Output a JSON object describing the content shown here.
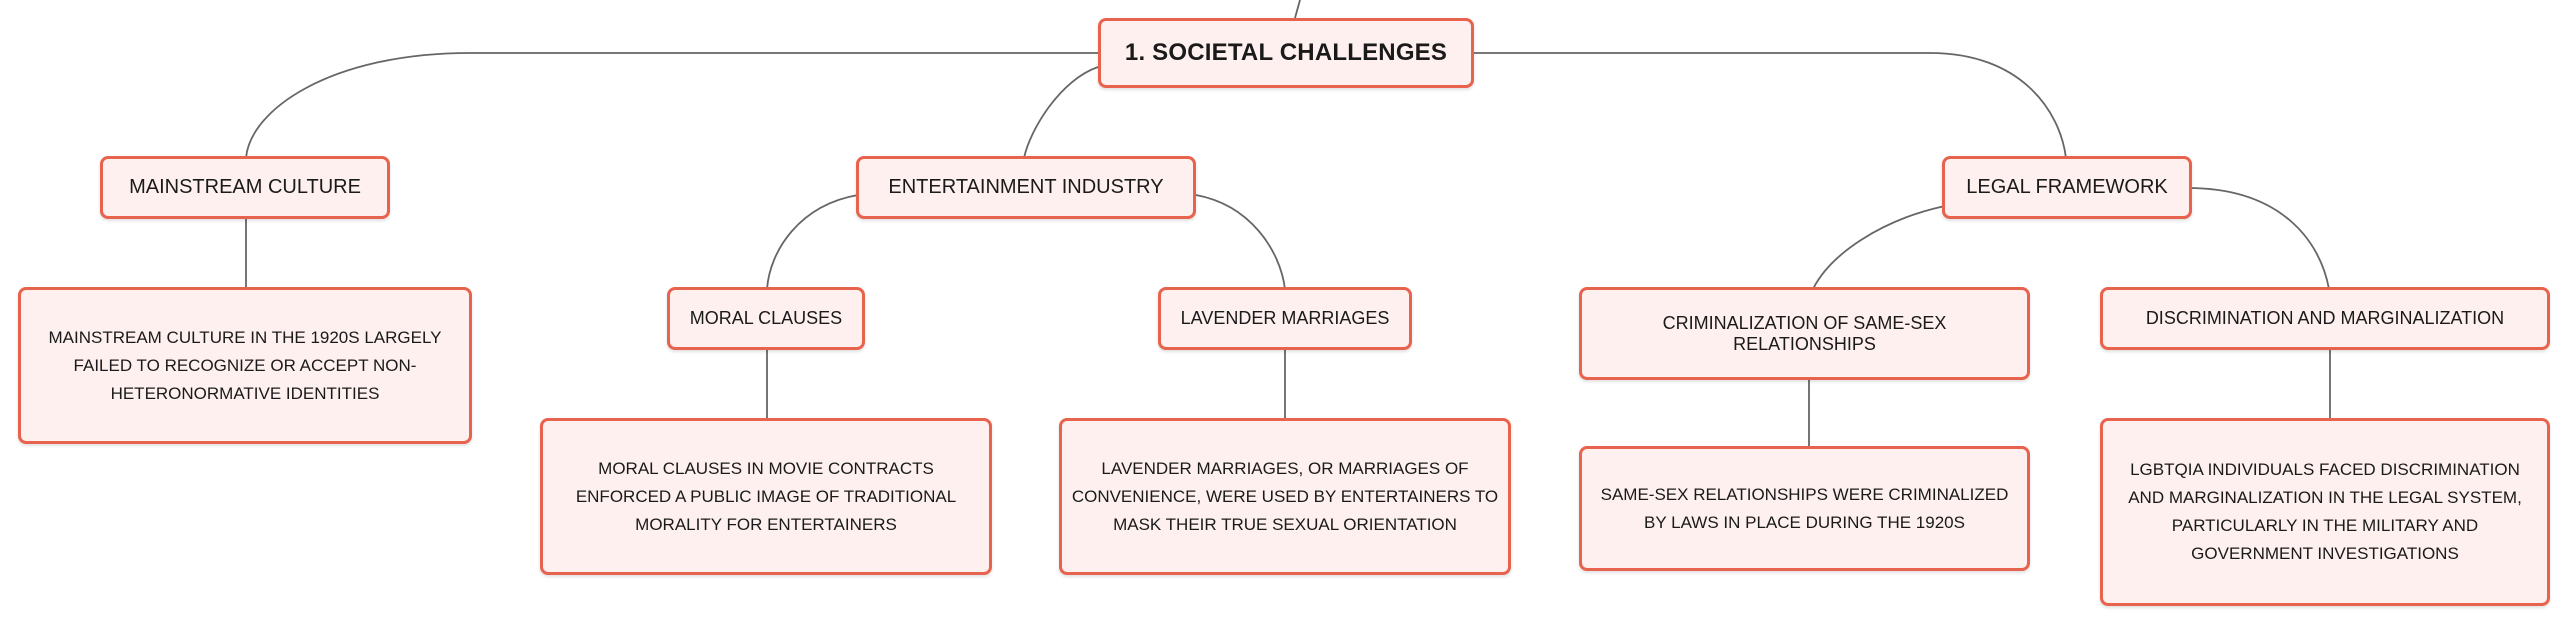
{
  "root": {
    "label": "1. Societal Challenges"
  },
  "branches": [
    {
      "label": "Mainstream Culture",
      "details": [
        "Mainstream culture in the 1920s largely failed to recognize or accept non-heteronormative identities"
      ]
    },
    {
      "label": "Entertainment Industry",
      "children": [
        {
          "label": "Moral Clauses",
          "detail": "Moral clauses in movie contracts enforced a public image of traditional morality for entertainers"
        },
        {
          "label": "Lavender Marriages",
          "detail": "Lavender marriages, or marriages of convenience, were used by entertainers to mask their true sexual orientation"
        }
      ]
    },
    {
      "label": "Legal Framework",
      "children": [
        {
          "label": "Criminalization of Same-Sex Relationships",
          "detail": "Same-sex relationships were criminalized by laws in place during the 1920s"
        },
        {
          "label": "Discrimination and Marginalization",
          "detail": "LGBTQIA individuals faced discrimination and marginalization in the legal system, particularly in the military and government investigations"
        }
      ]
    }
  ],
  "colors": {
    "node_border": "#e8634d",
    "node_fill": "#fdf0ee",
    "connector": "#666666"
  }
}
